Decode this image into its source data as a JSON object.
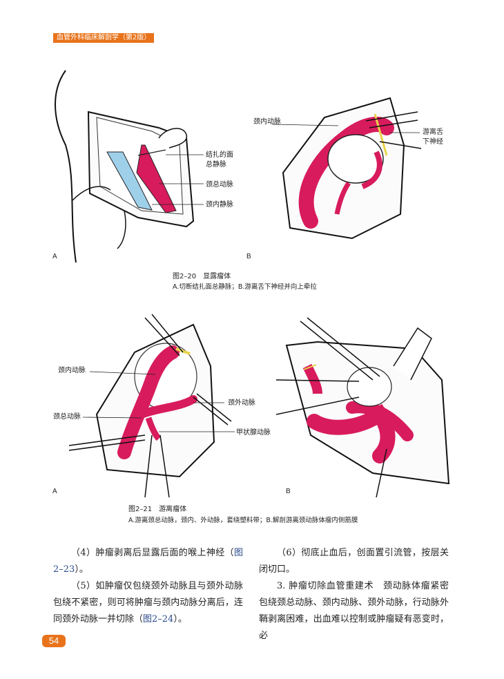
{
  "header": {
    "book_title": "血管外科临床解剖学（第2版）"
  },
  "colors": {
    "accent": "#e8731a",
    "artery": "#d81b5c",
    "vein": "#9fd0ea",
    "nerve": "#e8d44a",
    "link": "#2a4a8a"
  },
  "figure_2_20": {
    "panel_a": {
      "letter": "A",
      "labels": [
        "结扎的面",
        "总静脉",
        "颈总动脉",
        "颈内静脉"
      ]
    },
    "panel_b": {
      "letter": "B",
      "labels": [
        "颈内动脉",
        "游离舌",
        "下神经"
      ]
    },
    "caption_title": "图2–20　显露瘤体",
    "caption_text": "A.切断结扎面总静脉；B.游离舌下神经并向上牵拉"
  },
  "figure_2_21": {
    "panel_a": {
      "letter": "A",
      "labels": [
        "颈内动脉",
        "颈总动脉",
        "颈外动脉",
        "甲状腺动脉"
      ]
    },
    "panel_b": {
      "letter": "B"
    },
    "caption_title": "图2–21　游离瘤体",
    "caption_text": "A.游离颈总动脉，颈内、外动脉，套绕塑料带；B.解剖游离颈动脉体瘤内侧筋膜"
  },
  "body": {
    "left": {
      "p4_text": "（4）肿瘤剥离后显露后面的喉上神经（",
      "p4_ref": "图2–23",
      "p4_end": "）。",
      "p5_text": "（5）如肿瘤仅包绕颈外动脉且与颈外动脉包绕不紧密，则可将肿瘤与颈内动脉分离后，连同颈外动脉一并切除（",
      "p5_ref": "图2–24",
      "p5_end": "）。"
    },
    "right": {
      "p6_text": "（6）彻底止血后，创面置引流管，按层关闭切口。",
      "p3_text": "3. 肿瘤切除血管重建术　颈动脉体瘤紧密包绕颈总动脉、颈内动脉、颈外动脉，行动脉外鞘剥离困难，出血难以控制或肿瘤疑有恶变时，必"
    }
  },
  "page_number": "54"
}
